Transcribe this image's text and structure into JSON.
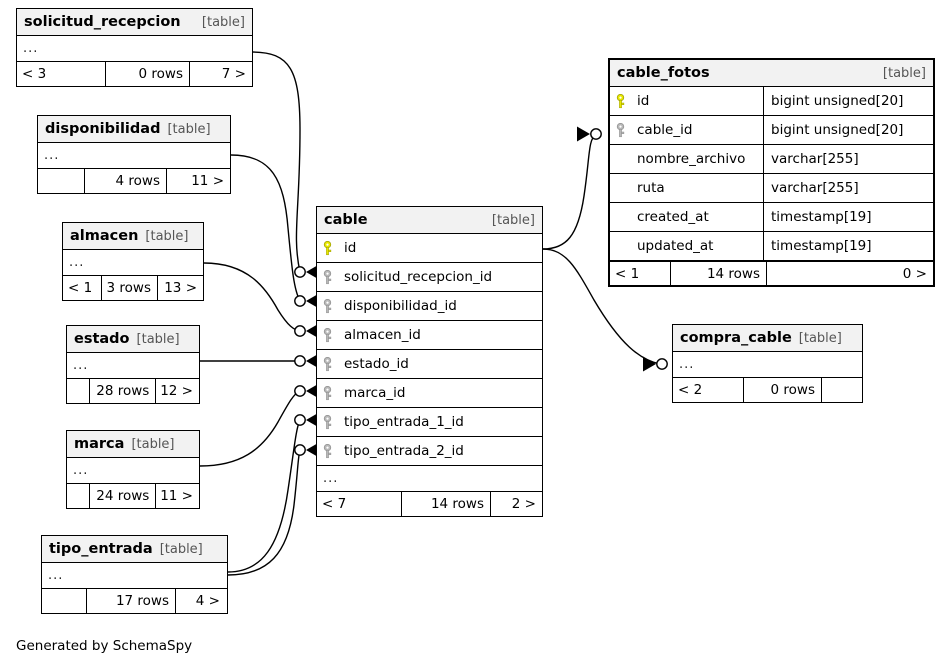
{
  "meta": {
    "caption": "Generated by SchemaSpy",
    "table_tag": "[table]",
    "ellipsis": "...",
    "icons": {
      "primary_key": "key-icon-primary",
      "foreign_key": "key-icon-foreign",
      "relation_zero_many": "crowsfoot-zero-many-icon"
    },
    "colors": {
      "primary_key": "#e8e800",
      "foreign_key": "#b3b3b3",
      "header_bg": "#f2f2f2",
      "border": "#000000",
      "background": "#ffffff",
      "tag_text": "#555555"
    }
  },
  "tables": {
    "solicitud_recepcion": {
      "name": "solicitud_recepcion",
      "tag": "[table]",
      "body": "...",
      "footer": {
        "left": "< 3",
        "mid": "0 rows",
        "right": "7 >"
      }
    },
    "disponibilidad": {
      "name": "disponibilidad",
      "tag": "[table]",
      "body": "...",
      "footer": {
        "left": "",
        "mid": "4 rows",
        "right": "11 >"
      }
    },
    "almacen": {
      "name": "almacen",
      "tag": "[table]",
      "body": "...",
      "footer": {
        "left": "< 1",
        "mid": "3 rows",
        "right": "13 >"
      }
    },
    "estado": {
      "name": "estado",
      "tag": "[table]",
      "body": "...",
      "footer": {
        "left": "",
        "mid": "28 rows",
        "right": "12 >"
      }
    },
    "marca": {
      "name": "marca",
      "tag": "[table]",
      "body": "...",
      "footer": {
        "left": "",
        "mid": "24 rows",
        "right": "11 >"
      }
    },
    "tipo_entrada": {
      "name": "tipo_entrada",
      "tag": "[table]",
      "body": "...",
      "footer": {
        "left": "",
        "mid": "17 rows",
        "right": "4 >"
      }
    },
    "cable": {
      "name": "cable",
      "tag": "[table]",
      "columns": [
        {
          "name": "id",
          "key": "primary"
        },
        {
          "name": "solicitud_recepcion_id",
          "key": "foreign"
        },
        {
          "name": "disponibilidad_id",
          "key": "foreign"
        },
        {
          "name": "almacen_id",
          "key": "foreign"
        },
        {
          "name": "estado_id",
          "key": "foreign"
        },
        {
          "name": "marca_id",
          "key": "foreign"
        },
        {
          "name": "tipo_entrada_1_id",
          "key": "foreign"
        },
        {
          "name": "tipo_entrada_2_id",
          "key": "foreign"
        }
      ],
      "body": "...",
      "footer": {
        "left": "< 7",
        "mid": "14 rows",
        "right": "2 >"
      }
    },
    "cable_fotos": {
      "name": "cable_fotos",
      "tag": "[table]",
      "columns": [
        {
          "name": "id",
          "type": "bigint unsigned[20]",
          "key": "primary"
        },
        {
          "name": "cable_id",
          "type": "bigint unsigned[20]",
          "key": "foreign"
        },
        {
          "name": "nombre_archivo",
          "type": "varchar[255]",
          "key": "none"
        },
        {
          "name": "ruta",
          "type": "varchar[255]",
          "key": "none"
        },
        {
          "name": "created_at",
          "type": "timestamp[19]",
          "key": "none"
        },
        {
          "name": "updated_at",
          "type": "timestamp[19]",
          "key": "none"
        }
      ],
      "footer": {
        "left": "< 1",
        "mid": "14 rows",
        "right": "0 >"
      }
    },
    "compra_cable": {
      "name": "compra_cable",
      "tag": "[table]",
      "body": "...",
      "footer": {
        "left": "< 2",
        "mid": "0 rows",
        "right": ""
      }
    }
  },
  "relationships": [
    {
      "from": "solicitud_recepcion",
      "to": "cable.solicitud_recepcion_id",
      "cardinality": "zero-or-many"
    },
    {
      "from": "disponibilidad",
      "to": "cable.disponibilidad_id",
      "cardinality": "zero-or-many"
    },
    {
      "from": "almacen",
      "to": "cable.almacen_id",
      "cardinality": "zero-or-many"
    },
    {
      "from": "estado",
      "to": "cable.estado_id",
      "cardinality": "zero-or-many"
    },
    {
      "from": "marca",
      "to": "cable.marca_id",
      "cardinality": "zero-or-many"
    },
    {
      "from": "tipo_entrada",
      "to": "cable.tipo_entrada_1_id",
      "cardinality": "zero-or-many"
    },
    {
      "from": "tipo_entrada",
      "to": "cable.tipo_entrada_2_id",
      "cardinality": "zero-or-many"
    },
    {
      "from": "cable",
      "to": "cable_fotos.cable_id",
      "cardinality": "zero-or-many"
    },
    {
      "from": "cable",
      "to": "compra_cable",
      "cardinality": "zero-or-many"
    }
  ]
}
